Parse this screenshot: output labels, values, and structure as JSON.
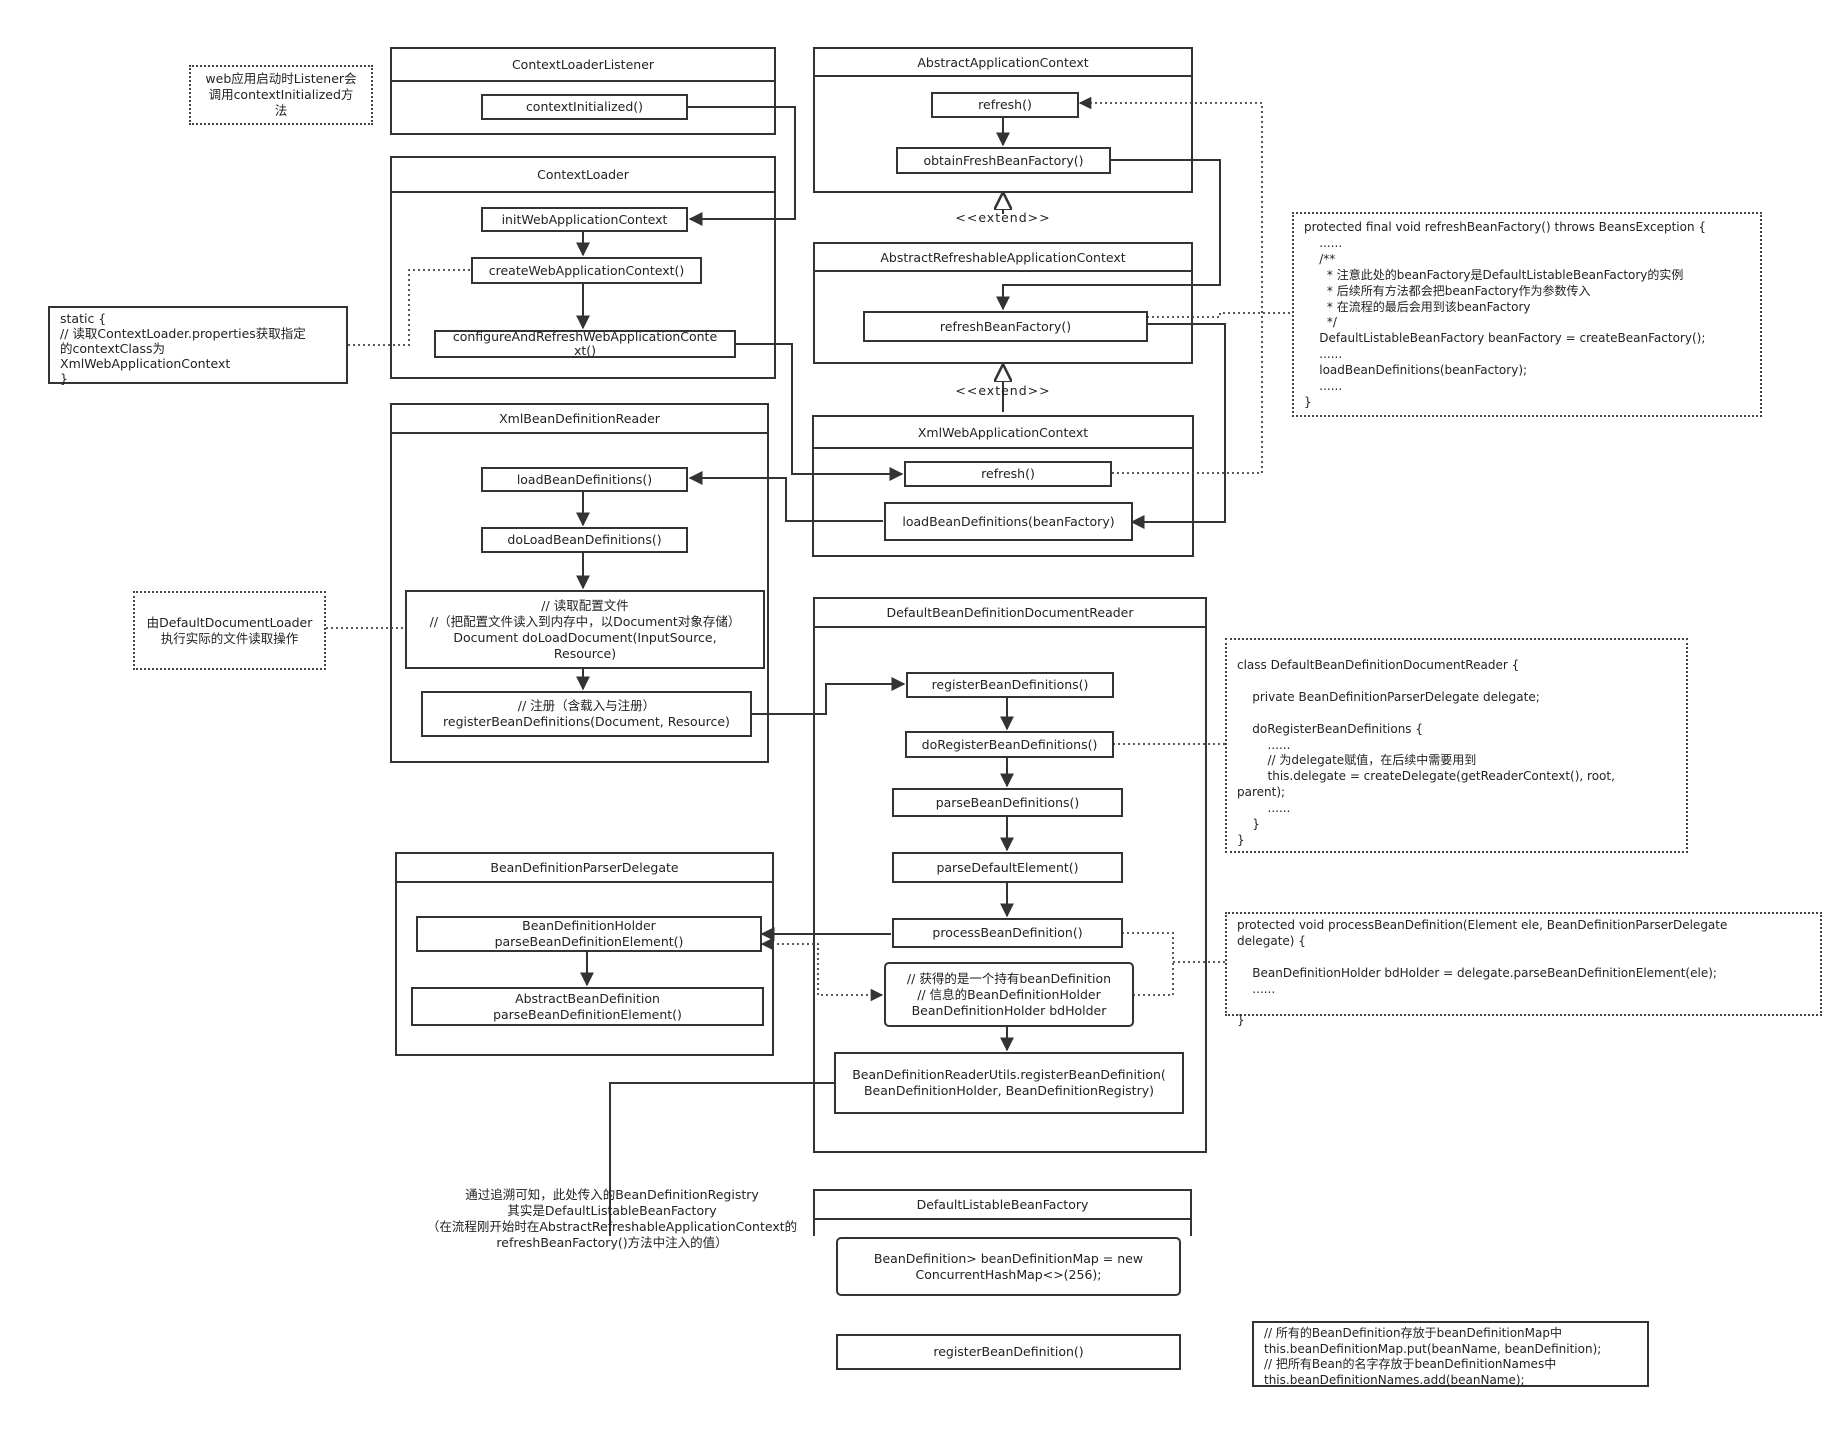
{
  "classes": {
    "context_loader_listener": "ContextLoaderListener",
    "context_loader": "ContextLoader",
    "xml_bean_definition_reader": "XmlBeanDefinitionReader",
    "bean_definition_parser_delegate": "BeanDefinitionParserDelegate",
    "abstract_application_context": "AbstractApplicationContext",
    "abstract_refreshable_application_context": "AbstractRefreshableApplicationContext",
    "xml_web_application_context": "XmlWebApplicationContext",
    "default_bean_definition_document_reader": "DefaultBeanDefinitionDocumentReader",
    "default_listable_bean_factory": "DefaultListableBeanFactory"
  },
  "methods": {
    "context_initialized": "contextInitialized()",
    "init_web_application_context": "initWebApplicationContext",
    "create_web_application_context": "createWebApplicationContext()",
    "configure_and_refresh": "configureAndRefreshWebApplicationConte\nxt()",
    "load_bean_definitions": "loadBeanDefinitions()",
    "do_load_bean_definitions": "doLoadBeanDefinitions()",
    "do_load_document": "// 读取配置文件\n//（把配置文件读入到内存中，以Document对象存储）\nDocument doLoadDocument(InputSource,\nResource)",
    "register_bean_definitions_doc": "// 注册（含载入与注册）\nregisterBeanDefinitions(Document, Resource)",
    "parse_bean_definition_element_holder": "BeanDefinitionHolder\nparseBeanDefinitionElement()",
    "parse_bean_definition_element_abstract": "AbstractBeanDefinition\nparseBeanDefinitionElement()",
    "aac_refresh": "refresh()",
    "obtain_fresh_bean_factory": "obtainFreshBeanFactory()",
    "refresh_bean_factory": "refreshBeanFactory()",
    "xwac_refresh": "refresh()",
    "load_bean_definitions_factory": "loadBeanDefinitions(beanFactory)",
    "register_bean_definitions": "registerBeanDefinitions()",
    "do_register_bean_definitions": "doRegisterBeanDefinitions()",
    "parse_bean_definitions": "parseBeanDefinitions()",
    "parse_default_element": "parseDefaultElement()",
    "process_bean_definition": "processBeanDefinition()",
    "bd_holder": "// 获得的是一个持有beanDefinition\n// 信息的BeanDefinitionHolder\nBeanDefinitionHolder bdHolder",
    "reader_utils_register": "BeanDefinitionReaderUtils.registerBeanDefinition(\nBeanDefinitionHolder, BeanDefinitionRegistry)",
    "bean_definition_map": "BeanDefinition> beanDefinitionMap = new\nConcurrentHashMap<>(256);",
    "register_bean_definition": "registerBeanDefinition()"
  },
  "extend_labels": [
    "<<extend>>",
    "<<extend>>"
  ],
  "notes": {
    "listener_note": "web应用启动时Listener会\n调用contextInitialized方\n法",
    "static_note": "static {\n  // 读取ContextLoader.properties获取指定\n的contextClass为\nXmlWebApplicationContext\n}",
    "document_loader_note": "由DefaultDocumentLoader\n执行实际的文件读取操作",
    "refresh_bean_factory_code": "protected final void refreshBeanFactory() throws BeansException {\n    ......\n    /**\n      * 注意此处的beanFactory是DefaultListableBeanFactory的实例\n      * 后续所有方法都会把beanFactory作为参数传入\n      * 在流程的最后会用到该beanFactory\n      */\n    DefaultListableBeanFactory beanFactory = createBeanFactory();\n    ......\n    loadBeanDefinitions(beanFactory);\n    ......\n}",
    "document_reader_code": "class DefaultBeanDefinitionDocumentReader {\n\n    private BeanDefinitionParserDelegate delegate;\n\n    doRegisterBeanDefinitions {\n        ......\n        // 为delegate赋值，在后续中需要用到\n        this.delegate = createDelegate(getReaderContext(), root,\nparent);\n        ......\n    }\n}",
    "process_bean_definition_code": "protected void processBeanDefinition(Element ele, BeanDefinitionParserDelegate\ndelegate) {\n\n    BeanDefinitionHolder bdHolder = delegate.parseBeanDefinitionElement(ele);\n    ......\n\n}",
    "registry_note": "通过追溯可知，此处传入的BeanDefinitionRegistry\n其实是DefaultListableBeanFactory\n（在流程刚开始时在AbstractRefreshableApplicationContext的\nrefreshBeanFactory()方法中注入的值）",
    "bean_definition_map_note": "// 所有的BeanDefinition存放于beanDefinitionMap中\nthis.beanDefinitionMap.put(beanName, beanDefinition);\n// 把所有Bean的名字存放于beanDefinitionNames中\nthis.beanDefinitionNames.add(beanName);"
  }
}
